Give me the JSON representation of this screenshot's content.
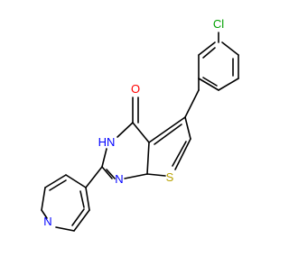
{
  "molecule": {
    "atoms": {
      "chlorine": "Cl",
      "oxygen": "O",
      "amide_nitrogen": "HN",
      "ring_nitrogen": "N",
      "sulfur": "S",
      "pyridine_nitrogen": "N"
    },
    "colors": {
      "bond": "#000000",
      "chlorine": "#00a000",
      "oxygen": "#ff0000",
      "nitrogen": "#0000ff",
      "sulfur": "#b8a000"
    }
  }
}
